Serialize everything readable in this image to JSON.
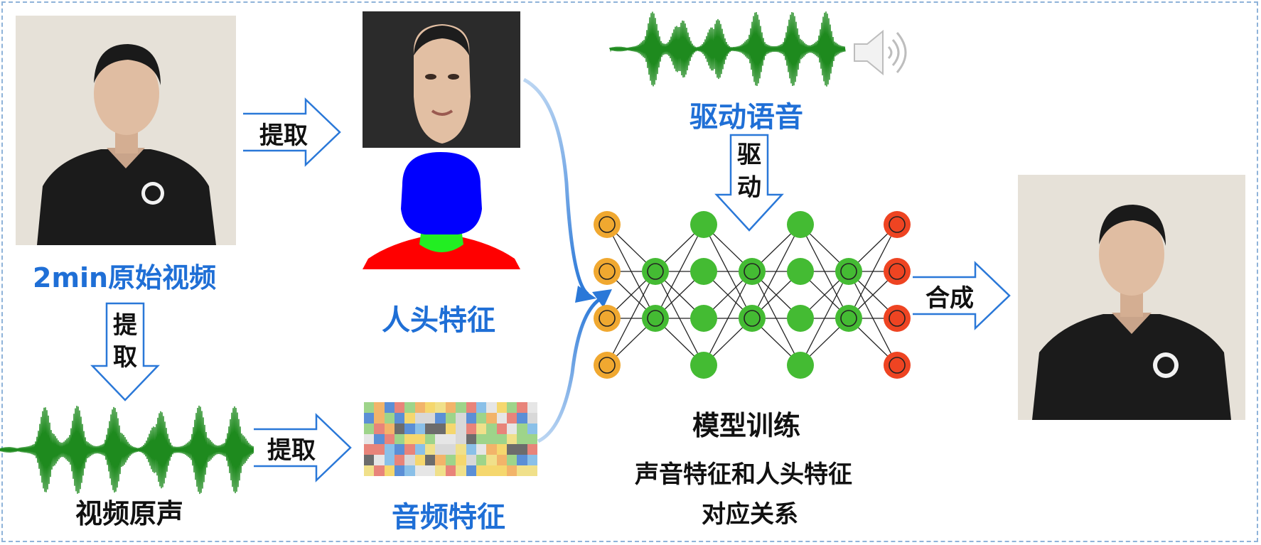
{
  "labels": {
    "raw_video": "2min原始视频",
    "extract_1": "提取",
    "extract_2_top": "提",
    "extract_2_bottom": "取",
    "extract_3": "提取",
    "head_features": "人头特征",
    "video_audio": "视频原声",
    "audio_features": "音频特征",
    "drive_speech": "驱动语音",
    "drive_top": "驱",
    "drive_bottom": "动",
    "model_training": "模型训练",
    "correspondence_line1": "声音特征和人头特征",
    "correspondence_line2": "对应关系",
    "synthesize": "合成"
  },
  "icons": {
    "speaker": "speaker-icon",
    "waveform": "waveform-icon",
    "neural_network": "neural-network-icon"
  },
  "colors": {
    "label_blue": "#1f6fd6",
    "arrow_blue": "#2a78d8",
    "wave_green": "#1e8a1e",
    "node_green": "#44bb33",
    "node_orange": "#f0a830",
    "node_red": "#ee4422",
    "seg_head": "#0000ff",
    "seg_neck": "#22ee22",
    "seg_body": "#ff0000"
  }
}
